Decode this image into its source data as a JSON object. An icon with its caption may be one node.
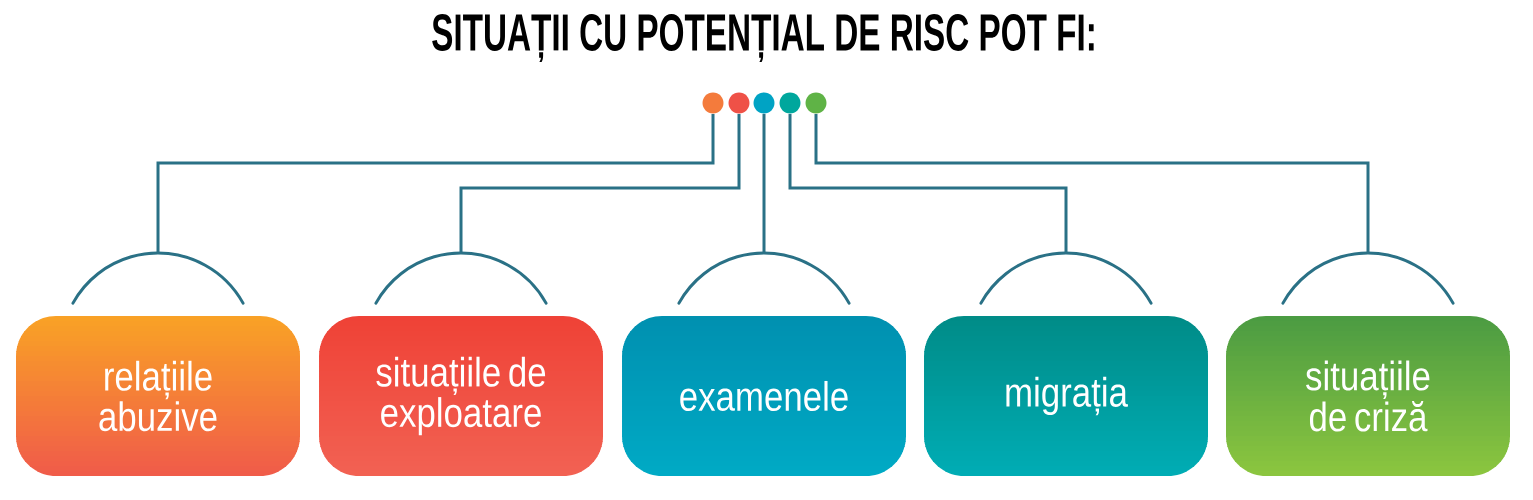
{
  "diagram": {
    "title": "SITUAȚII CU POTENȚIAL DE RISC POT FI:",
    "nodes": [
      {
        "text": [],
        "shape": "circle"
      },
      {
        "text": [],
        "shape": "circle"
      },
      {
        "text": [],
        "shape": "circle"
      },
      {
        "text": [],
        "shape": "circle"
      },
      {
        "text": [],
        "shape": "circle"
      },
      {
        "text": [
          "relațiile abuzive"
        ]
      },
      {
        "text": [
          "situațiile de exploatare"
        ]
      },
      {
        "text": [
          "examenele"
        ]
      },
      {
        "text": [
          "migrația"
        ]
      },
      {
        "text": [
          "situațiile de criză"
        ]
      }
    ],
    "edges": [
      {
        "from": 0,
        "to": 5,
        "arrow": "none"
      },
      {
        "from": 1,
        "to": 6,
        "arrow": "none"
      },
      {
        "from": 2,
        "to": 7,
        "arrow": "none"
      },
      {
        "from": 3,
        "to": 8,
        "arrow": "none"
      },
      {
        "from": 4,
        "to": 9,
        "arrow": "none"
      }
    ]
  }
}
